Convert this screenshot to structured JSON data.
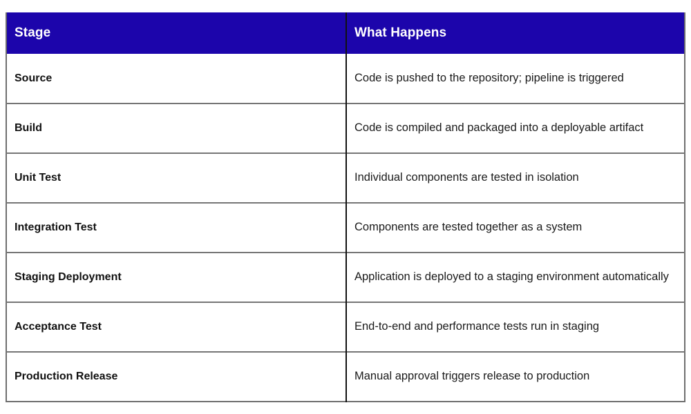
{
  "table": {
    "columns": [
      {
        "key": "stage",
        "label": "Stage"
      },
      {
        "key": "what",
        "label": "What Happens"
      }
    ],
    "header_bg": "#1C05AB",
    "header_text_color": "#FFFFFF",
    "row_border_color": "#757575",
    "column_divider_color": "#111111",
    "rows": [
      {
        "stage": "Source",
        "what": "Code is pushed to the repository; pipeline is triggered"
      },
      {
        "stage": "Build",
        "what": "Code is compiled and packaged into a deployable artifact"
      },
      {
        "stage": "Unit Test",
        "what": "Individual components are tested in isolation"
      },
      {
        "stage": "Integration Test",
        "what": "Components are tested together as a system"
      },
      {
        "stage": "Staging Deployment",
        "what": "Application is deployed to a staging environment automatically"
      },
      {
        "stage": "Acceptance Test",
        "what": "End-to-end and performance tests run in staging"
      },
      {
        "stage": "Production Release",
        "what": "Manual approval triggers release to production"
      }
    ]
  }
}
